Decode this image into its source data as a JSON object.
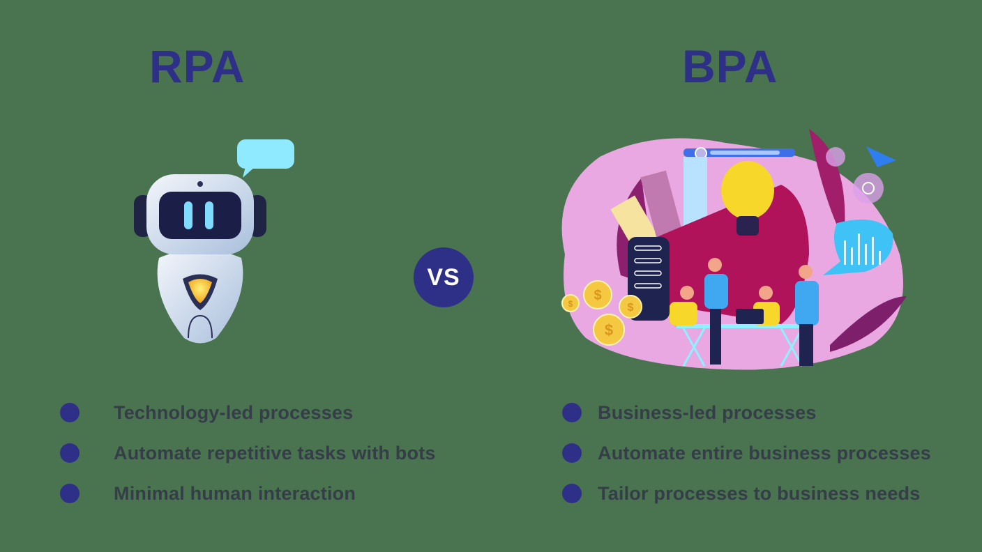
{
  "rpa": {
    "title": "RPA",
    "illustration": "robot-chatbot-icon",
    "points": [
      "Technology-led processes",
      "Automate repetitive tasks with bots",
      "Minimal human interaction"
    ]
  },
  "vs_label": "VS",
  "bpa": {
    "title": "BPA",
    "illustration": "business-team-megaphone-illustration",
    "points": [
      "Business-led processes",
      "Automate entire business processes",
      "Tailor processes to business needs"
    ]
  },
  "colors": {
    "background": "#4a7350",
    "accent": "#2e2f86",
    "text": "#353d48"
  }
}
